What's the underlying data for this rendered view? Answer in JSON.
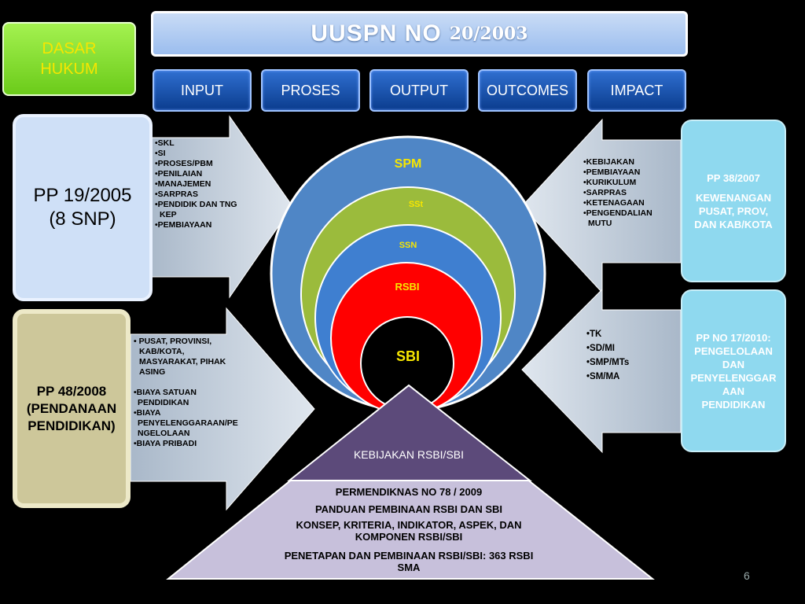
{
  "title": {
    "main": "UUSPN NO",
    "number": "20/2003"
  },
  "dasar_hukum": {
    "line1": "DASAR",
    "line2": "HUKUM"
  },
  "tabs": [
    "INPUT",
    "PROSES",
    "OUTPUT",
    "OUTCOMES",
    "IMPACT"
  ],
  "left_top_box": {
    "line1": "PP 19/2005",
    "line2": "(8 SNP)"
  },
  "left_top_list": [
    "•SKL",
    "•SI",
    "•PROSES/PBM",
    "•PENILAIAN",
    "•MANAJEMEN",
    "•SARPRAS",
    "•PENDIDIK DAN TNG",
    "  KEP",
    "•PEMBIAYAAN"
  ],
  "left_bottom_box": {
    "line1": "PP 48/2008",
    "line2": "(PENDANAAN",
    "line3": "PENDIDIKAN)"
  },
  "left_bottom_list": [
    "• PUSAT, PROVINSI,",
    "KAB/KOTA,",
    "MASYARAKAT, PIHAK",
    "ASING",
    "",
    "•BIAYA SATUAN",
    "PENDIDIKAN",
    "•BIAYA",
    "PENYELENGGARAAN/PE",
    "NGELOLAAN",
    "•BIAYA PRIBADI"
  ],
  "right_top_list": [
    "•KEBIJAKAN",
    "•PEMBIAYAAN",
    "•KURIKULUM",
    "•SARPRAS",
    "•KETENAGAAN",
    "•PENGENDALIAN",
    "  MUTU"
  ],
  "right_bottom_list": [
    "•TK",
    "•SD/MI",
    "•SMP/MTs",
    "•SM/MA"
  ],
  "right_top_box": {
    "line1": "PP 38/2007",
    "line2": "KEWENANGAN",
    "line3": "PUSAT, PROV,",
    "line4": "DAN KAB/KOTA"
  },
  "right_bottom_box": {
    "line1": "PP NO 17/2010:",
    "line2": "PENGELOLAAN",
    "line3": "DAN",
    "line4": "PENYELENGGAR",
    "line5": "AAN",
    "line6": "PENDIDIKAN"
  },
  "circles": {
    "spm": "SPM",
    "sst": "SSt",
    "ssn": "SSN",
    "rsbi": "RSBI",
    "sbi": "SBI"
  },
  "pyramid": {
    "top_label": "KEBIJAKAN RSBI/SBI",
    "lines": [
      "PERMENDIKNAS NO 78 / 2009",
      "PANDUAN PEMBINAAN RSBI DAN SBI",
      "KONSEP, KRITERIA, INDIKATOR, ASPEK, DAN",
      "KOMPONEN RSBI/SBI",
      "PENETAPAN DAN PEMBINAAN RSBI/SBI: 363 RSBI",
      "SMA"
    ]
  },
  "page_number": "6",
  "colors": {
    "spm": "#4f86c6",
    "sst": "#9bbb3c",
    "ssn": "#3f7fd0",
    "rsbi": "#ff0000",
    "sbi": "#000000",
    "pyramid_top": "#5c4a7a",
    "pyramid_base": "#c7c0db"
  }
}
